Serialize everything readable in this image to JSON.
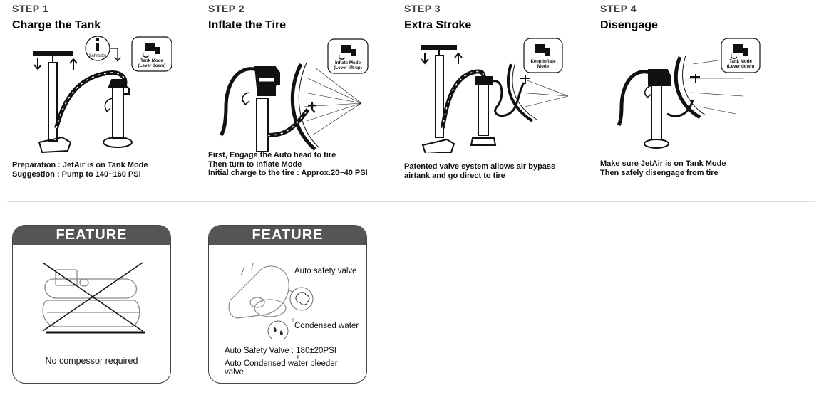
{
  "steps": [
    {
      "number": "STEP 1",
      "title": "Charge the Tank",
      "mode_label": [
        "Tank Mode",
        "(Lever down)"
      ],
      "valve_label": "Schrader",
      "lines": [
        "Preparation : JetAir is on Tank Mode",
        "Suggestion  : Pump to 140~160 PSI"
      ]
    },
    {
      "number": "STEP 2",
      "title": "Inflate the Tire",
      "mode_label": [
        "Inflate Mode",
        "(Lever lift-up)"
      ],
      "lines": [
        "First, Engage the Auto head to tire",
        "Then turn to Inflate Mode",
        "Initial charge to the tire : Approx.20~40 PSI"
      ]
    },
    {
      "number": "STEP 3",
      "title": "Extra Stroke",
      "mode_label": [
        "Keep Inflate",
        "Mode"
      ],
      "lines": [
        "Patented valve system allows air bypass",
        "airtank and go direct to tire"
      ]
    },
    {
      "number": "STEP 4",
      "title": "Disengage",
      "mode_label": [
        "Tank Mode",
        "(Lever down)"
      ],
      "lines": [
        "Make sure JetAir is on Tank Mode",
        "Then safely disengage from tire"
      ]
    }
  ],
  "features": [
    {
      "heading": "FEATURE",
      "caption": "No compessor required"
    },
    {
      "heading": "FEATURE",
      "safety_label": "Auto safety valve",
      "water_label": "Condensed  water",
      "spec_line_1": "Auto Safety Valve : 180±20PSI",
      "plus": "+",
      "spec_line_2": "Auto Condensed water bleeder",
      "spec_line_3": "valve"
    }
  ]
}
